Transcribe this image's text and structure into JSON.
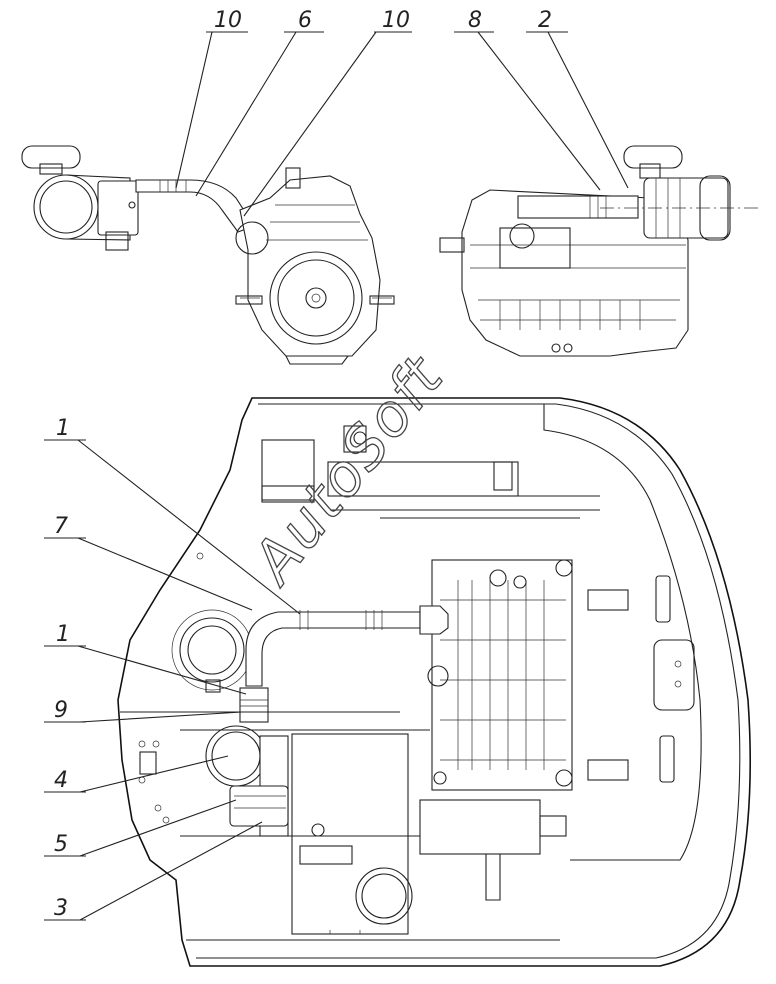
{
  "watermark": "AutoSoft",
  "callouts": {
    "top_10a": "10",
    "top_6": "6",
    "top_10b": "10",
    "top_8": "8",
    "top_2": "2",
    "left_1a": "1",
    "left_7": "7",
    "left_1b": "1",
    "left_9": "9",
    "left_4": "4",
    "left_5": "5",
    "left_3": "3"
  }
}
